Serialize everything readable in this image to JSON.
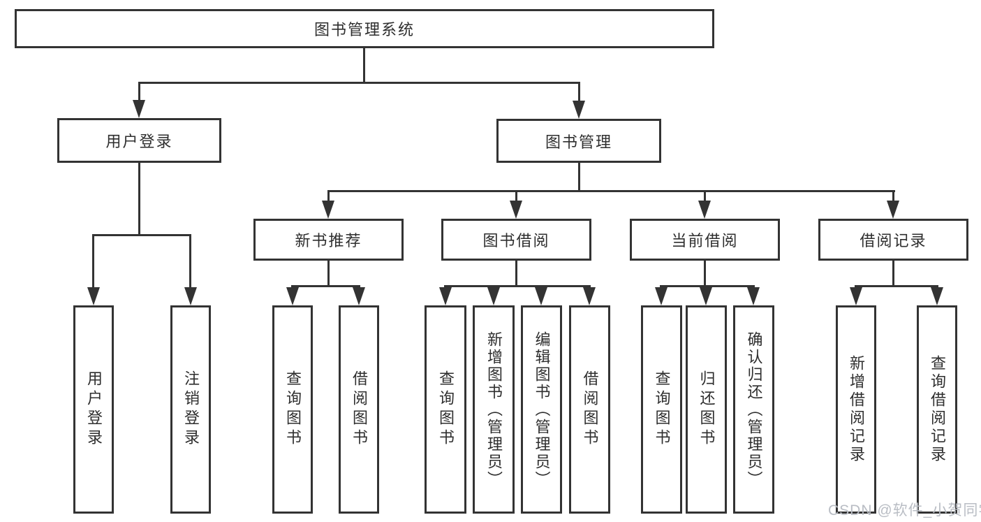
{
  "diagram": {
    "root": {
      "label": "图书管理系统"
    },
    "level2": [
      {
        "label": "用户登录"
      },
      {
        "label": "图书管理"
      }
    ],
    "level3": [
      {
        "label": "新书推荐"
      },
      {
        "label": "图书借阅"
      },
      {
        "label": "当前借阅"
      },
      {
        "label": "借阅记录"
      }
    ],
    "leaves": {
      "user_login": [
        "用户登录",
        "注销登录"
      ],
      "new_book": [
        "查询图书",
        "借阅图书"
      ],
      "book_borrow": [
        "查询图书",
        "新增图书（管理员）",
        "编辑图书（管理员）",
        "借阅图书"
      ],
      "current_borrow": [
        "查询图书",
        "归还图书",
        "确认归还（管理员）"
      ],
      "borrow_record": [
        "新增借阅记录",
        "查询借阅记录"
      ]
    },
    "watermark": "CSDN @软件_小贺同学"
  },
  "colors": {
    "line": "#333333",
    "text": "#2e2e2e",
    "box_background": "#ffffff",
    "watermark": "#b9bdc4"
  }
}
